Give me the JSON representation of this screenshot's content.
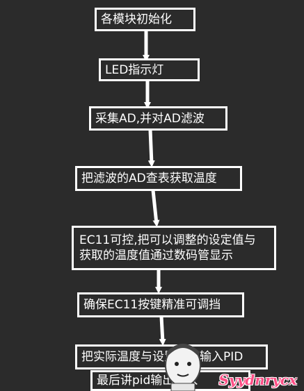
{
  "flowchart": {
    "nodes": [
      {
        "id": "n1",
        "label": "各模块初始化"
      },
      {
        "id": "n2",
        "label": "LED指示灯"
      },
      {
        "id": "n3",
        "label": "采集AD,并对AD滤波"
      },
      {
        "id": "n4",
        "label": "把滤波的AD查表获取温度"
      },
      {
        "id": "n5",
        "lines": [
          "EC11可控,把可以调整的设定值与",
          "获取的温度值通过数码管显示"
        ]
      },
      {
        "id": "n6",
        "label": "确保EC11按键精准可调挡"
      },
      {
        "id": "n7",
        "label": "把实际温度与设置温度输入PID"
      },
      {
        "id": "n8",
        "label": "最后讲pid输出输入"
      }
    ]
  },
  "watermark": {
    "text": "Syydnrycx"
  },
  "colors": {
    "background": "#2b2b2b",
    "stroke": "#ffffff",
    "watermark": "#ff4f86"
  }
}
